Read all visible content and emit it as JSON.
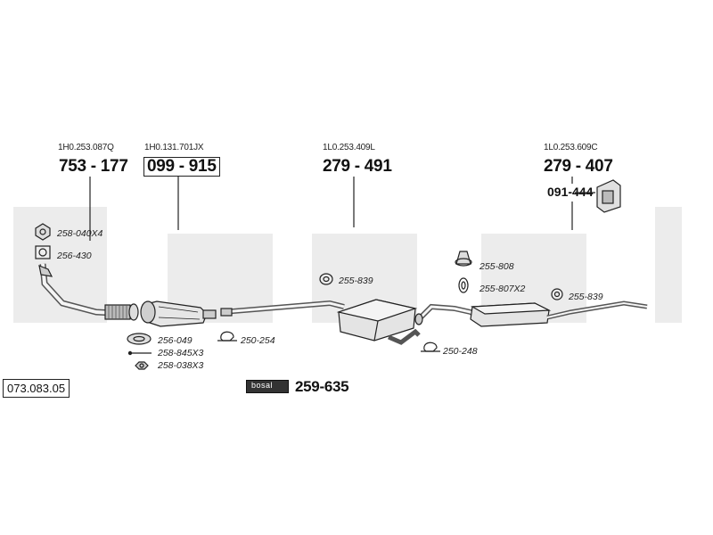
{
  "oem_refs": [
    "1H0.253.087Q",
    "1H0.131.701JX",
    "1L0.253.409L",
    "1L0.253.609C"
  ],
  "main_parts": [
    "753 - 177",
    "099 - 915",
    "279 - 491",
    "279 - 407"
  ],
  "hanger_part": "091-444",
  "small_parts": {
    "gasket_top": "258-040X4",
    "flange": "256-430",
    "ring": "256-049",
    "bolt": "258-845X3",
    "nut": "258-038X3",
    "clamp_front": "250-254",
    "rubber_mid": "255-839",
    "rubber_hanger": "255-808",
    "rubber_ring": "255-807X2",
    "rubber_rear": "255-839",
    "clamp_rear": "250-248"
  },
  "kit": {
    "brand": "bosal",
    "number": "259-635"
  },
  "catalog_number": "073.083.05"
}
